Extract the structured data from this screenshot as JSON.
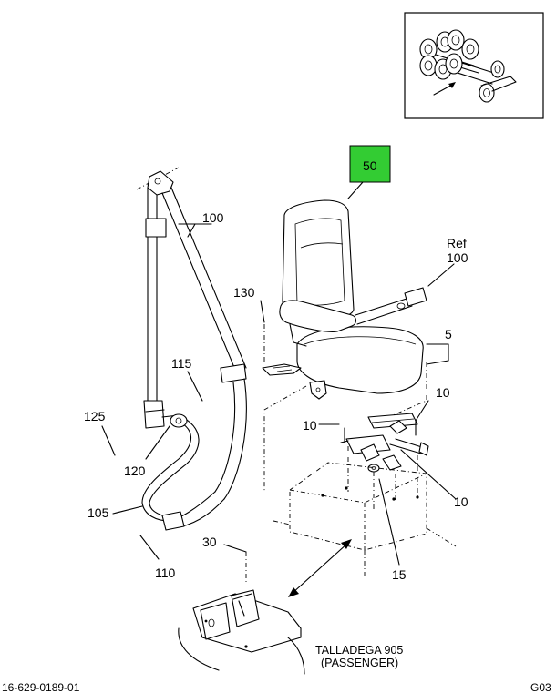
{
  "callouts": {
    "c50": "50",
    "c100a": "100",
    "c100_ref_word": "Ref",
    "c100_ref": "100",
    "c130": "130",
    "c5": "5",
    "c115": "115",
    "c125": "125",
    "c120": "120",
    "c10a": "10",
    "c10b": "10",
    "c10c": "10",
    "c105": "105",
    "c110": "110",
    "c30": "30",
    "c15": "15"
  },
  "caption": {
    "line1": "TALLADEGA 905",
    "line2": "(PASSENGER)"
  },
  "footer": {
    "part_number": "16-629-0189-01",
    "sheet": "G03"
  },
  "colors": {
    "highlight": "#33cc33",
    "ink": "#000000"
  }
}
